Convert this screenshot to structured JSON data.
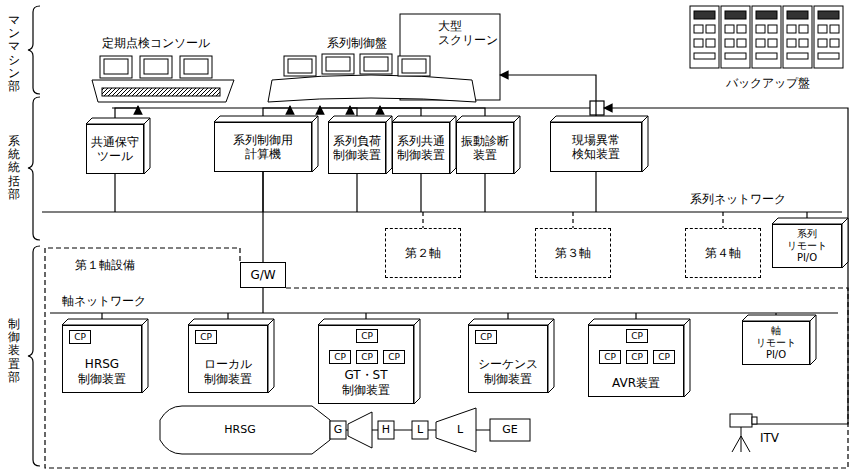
{
  "diagram": {
    "nodes": [
      {
        "text": [
          "定期点検コンソール"
        ]
      },
      {
        "text": [
          "系列制御盤"
        ]
      },
      {
        "text": [
          "大型 スクリーン"
        ]
      },
      {
        "text": [
          "バックアップ盤"
        ]
      },
      {
        "text": [
          "共通保守 ツール"
        ]
      },
      {
        "text": [
          "系列制御用 計算機"
        ]
      },
      {
        "text": [
          "系列負荷 制御装置"
        ]
      },
      {
        "text": [
          "系列共通 制御装置"
        ]
      },
      {
        "text": [
          "振動診断 装置"
        ]
      },
      {
        "text": [
          "現場異常 検知装置"
        ]
      },
      {
        "text": [
          "G/W"
        ]
      },
      {
        "text": [
          "第２軸"
        ]
      },
      {
        "text": [
          "第３軸"
        ]
      },
      {
        "text": [
          "第４軸"
        ]
      },
      {
        "text": [
          "系列 リモート PI/O"
        ]
      },
      {
        "text": [
          "第１軸設備"
        ]
      },
      {
        "text": [
          "HRSG 制御装置"
        ],
        "in": 15
      },
      {
        "text": [
          "CP"
        ],
        "in": 16
      },
      {
        "text": [
          "ローカル 制御装置"
        ],
        "in": 15
      },
      {
        "text": [
          "CP"
        ],
        "in": 18
      },
      {
        "text": [
          "GT・ST 制御装置"
        ],
        "in": 15
      },
      {
        "text": [
          "CP"
        ],
        "in": 20
      },
      {
        "text": [
          "CP"
        ],
        "in": 20
      },
      {
        "text": [
          "CP"
        ],
        "in": 20
      },
      {
        "text": [
          "CP"
        ],
        "in": 20
      },
      {
        "text": [
          "シーケンス 制御装置"
        ],
        "in": 15
      },
      {
        "text": [
          "CP"
        ],
        "in": 25
      },
      {
        "text": [
          "AVR装置"
        ],
        "in": 15
      },
      {
        "text": [
          "CP"
        ],
        "in": 27
      },
      {
        "text": [
          "CP"
        ],
        "in": 27
      },
      {
        "text": [
          "CP"
        ],
        "in": 27
      },
      {
        "text": [
          "CP"
        ],
        "in": 27
      },
      {
        "text": [
          "軸 リモート PI/O"
        ],
        "in": 15
      }
    ],
    "edges": [
      {
        "from": 4,
        "to": 0,
        "arrow": "to"
      },
      {
        "from": 5,
        "to": 1,
        "arrow": "to"
      },
      {
        "from": 6,
        "to": 1,
        "arrow": "to"
      },
      {
        "from": 7,
        "to": 1,
        "arrow": "to"
      },
      {
        "from": 8,
        "to": 1,
        "arrow": "to"
      },
      {
        "from": 9,
        "to": 2,
        "arrow": "to"
      },
      {
        "from": 5,
        "to": 10,
        "arrow": "none"
      },
      {
        "from": 21,
        "to": 22,
        "arrow": "none"
      },
      {
        "from": 21,
        "to": 23,
        "arrow": "none"
      },
      {
        "from": 21,
        "to": 24,
        "arrow": "none"
      },
      {
        "from": 28,
        "to": 29,
        "arrow": "none"
      },
      {
        "from": 28,
        "to": 30,
        "arrow": "none"
      },
      {
        "from": 28,
        "to": 31,
        "arrow": "none"
      }
    ],
    "labels": [
      "マンマシン部",
      "系統統括部",
      "制御装置部",
      "系列ネットワーク",
      "軸ネットワーク",
      "HRSG",
      "G",
      "H",
      "L",
      "L",
      "GE",
      "ITV"
    ]
  }
}
